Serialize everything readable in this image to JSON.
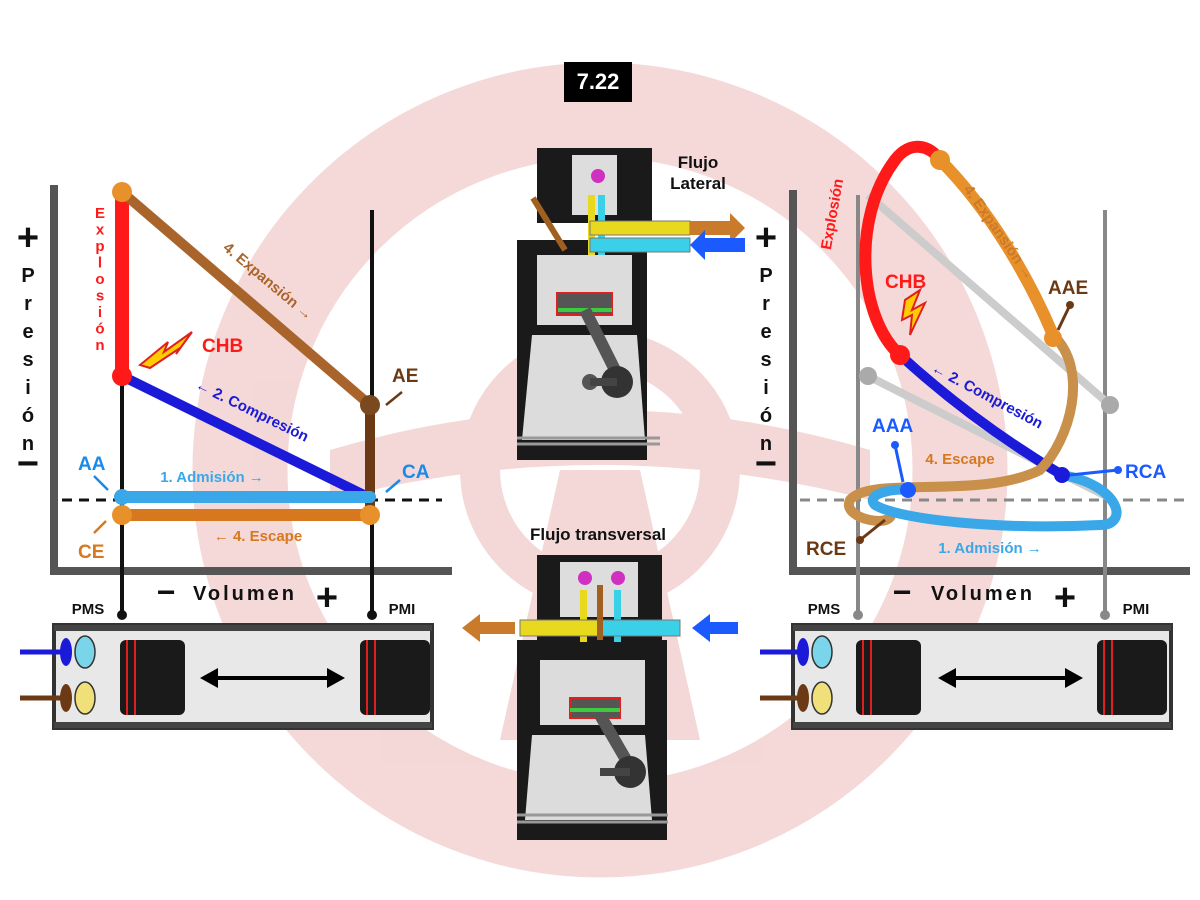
{
  "figure_number": "7.22",
  "colors": {
    "explosion": "#ff1a1a",
    "expansion": "#c97a2a",
    "compression": "#1a1ad8",
    "admission": "#3aa8e8",
    "exhaust": "#d8781e",
    "valve_brown": "#6b3a14",
    "intake_blue": "#1a5aff",
    "watermark": "#f3d6d6"
  },
  "left_diagram": {
    "pressure_plus": "+",
    "pressure_minus": "−",
    "pressure_letters": [
      "P",
      "r",
      "e",
      "s",
      "i",
      "ó",
      "n"
    ],
    "explosion_letters": [
      "E",
      "x",
      "p",
      "l",
      "o",
      "s",
      "i",
      "ó",
      "n"
    ],
    "expansion_label": "4. Expansión →",
    "compression_label": "← 2. Compresión",
    "admission_label": "1. Admisión →",
    "exhaust_label": "← 4. Escape",
    "chb": "CHB",
    "aa": "AA",
    "ce": "CE",
    "ae": "AE",
    "ca": "CA",
    "volume_minus": "−",
    "volume_label": "Volumen",
    "volume_plus": "+",
    "pms": "PMS",
    "pmi": "PMI"
  },
  "center": {
    "top_label_line1": "Flujo",
    "top_label_line2": "Lateral",
    "bottom_label": "Flujo transversal"
  },
  "right_diagram": {
    "pressure_plus": "+",
    "pressure_minus": "−",
    "pressure_letters": [
      "P",
      "r",
      "e",
      "s",
      "i",
      "ó",
      "n"
    ],
    "explosion_label": "Explosión",
    "expansion_label": "4. Expansión →",
    "compression_label": "← 2. Compresión",
    "escape_label": "4. Escape",
    "admission_label": "1. Admisión →",
    "chb": "CHB",
    "aae": "AAE",
    "aaa": "AAA",
    "rca": "RCA",
    "rce": "RCE",
    "volume_minus": "−",
    "volume_label": "Volumen",
    "volume_plus": "+",
    "pms": "PMS",
    "pmi": "PMI"
  }
}
